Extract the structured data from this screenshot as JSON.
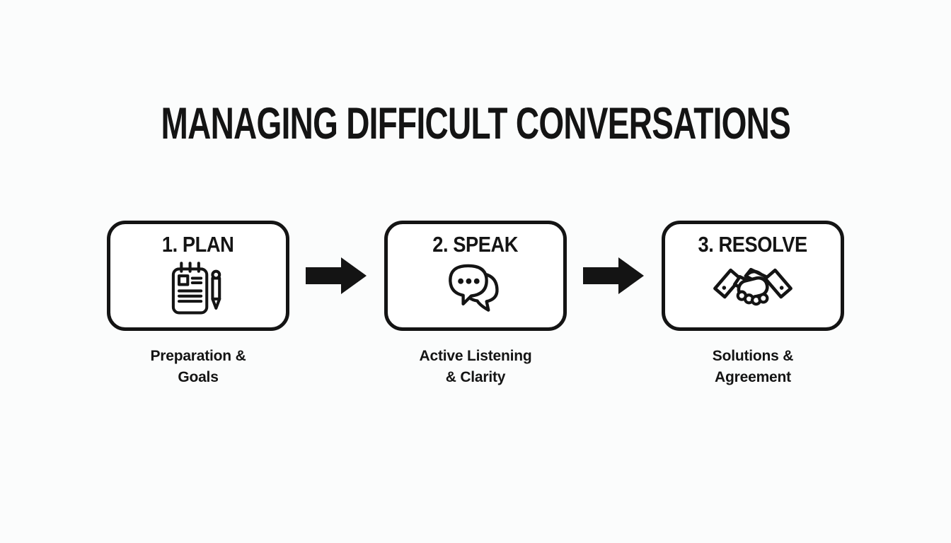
{
  "title": "MANAGING DIFFICULT CONVERSATIONS",
  "steps": [
    {
      "heading": "1. PLAN",
      "icon": "notepad-pen-icon",
      "caption": "Preparation & Goals",
      "caption_lines": [
        "Preparation &",
        "Goals"
      ]
    },
    {
      "heading": "2. SPEAK",
      "icon": "speech-bubbles-icon",
      "caption": "Active Listening & Clarity",
      "caption_lines": [
        "Active Listening",
        "& Clarity"
      ]
    },
    {
      "heading": "3. RESOLVE",
      "icon": "handshake-icon",
      "caption": "Solutions & Agreement",
      "caption_lines": [
        "Solutions &",
        "Agreement"
      ]
    }
  ],
  "connector": "arrow-right",
  "colors": {
    "ink": "#141414",
    "background": "#fbfcfc",
    "box_fill": "#ffffff"
  }
}
